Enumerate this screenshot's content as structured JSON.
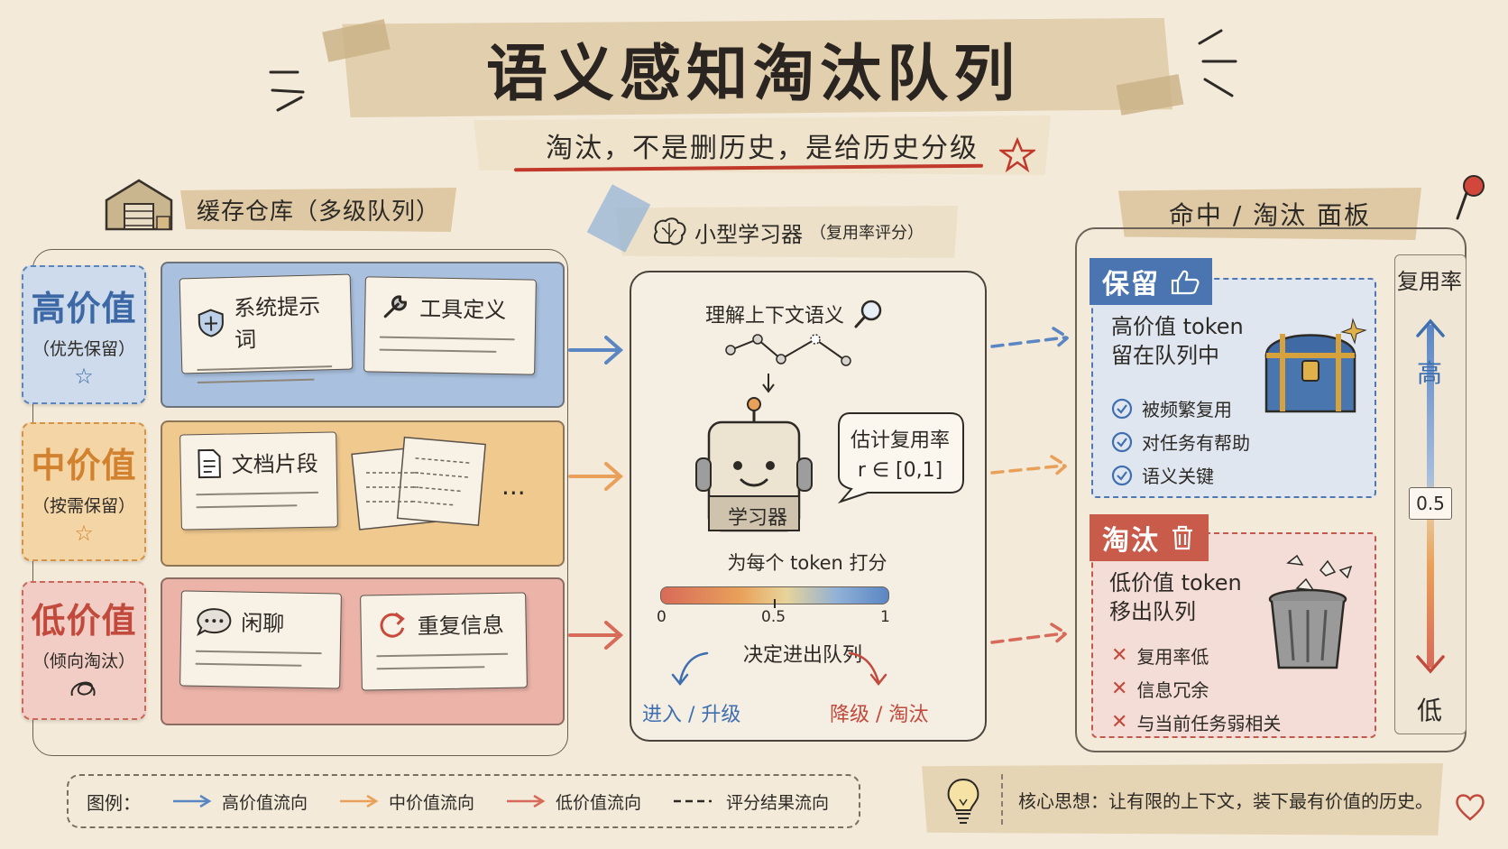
{
  "title": "语义感知淘汰队列",
  "subtitle": "淘汰，不是删历史，是给历史分级",
  "cache": {
    "label": "缓存仓库（多级队列）",
    "tiers": [
      {
        "name": "高价值",
        "sub": "（优先保留）",
        "notes": [
          {
            "label": "系统提示词"
          },
          {
            "label": "工具定义"
          }
        ]
      },
      {
        "name": "中价值",
        "sub": "（按需保留）",
        "notes": [
          {
            "label": "文档片段"
          }
        ],
        "more": "..."
      },
      {
        "name": "低价值",
        "sub": "（倾向淘汰）",
        "notes": [
          {
            "label": "闲聊"
          },
          {
            "label": "重复信息"
          }
        ]
      }
    ]
  },
  "learner": {
    "label": "小型学习器",
    "label_sub": "（复用率评分）",
    "understand": "理解上下文语义",
    "robot_label": "学习器",
    "bubble_line1": "估计复用率",
    "bubble_line2": "r ∈ [0,1]",
    "score_text": "为每个 token 打分",
    "scale_ticks": [
      "0",
      "0.5",
      "1"
    ],
    "decide": "决定进出队列",
    "enter": "进入 / 升级",
    "evict": "降级 / 淘汰"
  },
  "panel": {
    "label": "命中 / 淘汰 面板",
    "keep": {
      "badge": "保留",
      "line1": "高价值 token",
      "line2": "留在队列中",
      "reasons": [
        "被频繁复用",
        "对任务有帮助",
        "语义关键"
      ]
    },
    "evict": {
      "badge": "淘汰",
      "line1": "低价值 token",
      "line2": "移出队列",
      "reasons": [
        "复用率低",
        "信息冗余",
        "与当前任务弱相关"
      ]
    },
    "rate": {
      "label": "复用率",
      "high": "高",
      "mid": "0.5",
      "low": "低"
    }
  },
  "legend": {
    "title": "图例：",
    "items": [
      "高价值流向",
      "中价值流向",
      "低价值流向",
      "评分结果流向"
    ]
  },
  "core": "核心思想：让有限的上下文，装下最有价值的历史。",
  "colors": {
    "blue": "#5b86c4",
    "orange": "#e9a15a",
    "red": "#d86a5a",
    "blue_tier": "#cfddee",
    "orange_tier": "#f6d9ad",
    "red_tier": "#f3cfc7"
  }
}
